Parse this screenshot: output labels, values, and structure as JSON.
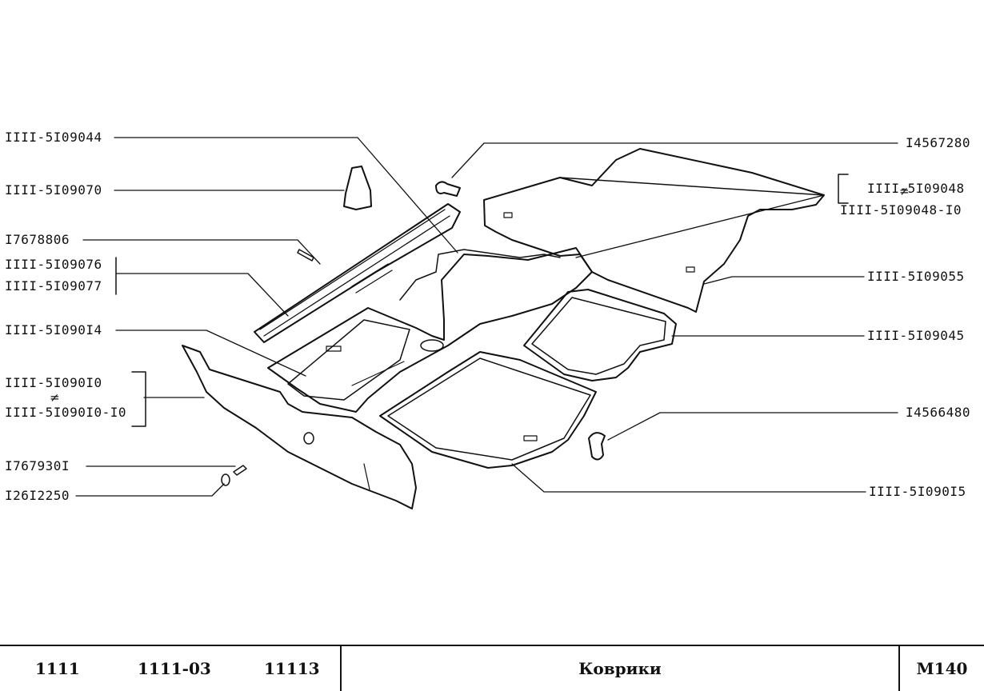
{
  "labels": {
    "p1": "IIII-5I09044",
    "p2": "IIII-5I09070",
    "p3": "I7678806",
    "p4a": "IIII-5I09076",
    "p4b": "IIII-5I09077",
    "p5": "IIII-5I090I4",
    "p6a": "IIII-5I090I0",
    "p6b": "IIII-5I090I0-I0",
    "p7": "I767930I",
    "p8": "I26I2250",
    "r1": "I4567280",
    "r2a": "IIII-5I09048",
    "r2b": "IIII-5I09048-I0",
    "r3": "IIII-5I09055",
    "r4": "IIII-5I09045",
    "r5": "I4566480",
    "r6": "IIII-5I090I5",
    "neq_symbol": "≠"
  },
  "footer": {
    "model1": "1111",
    "model2": "1111-03",
    "model3": "11113",
    "title": "Коврики",
    "code": "M140"
  }
}
